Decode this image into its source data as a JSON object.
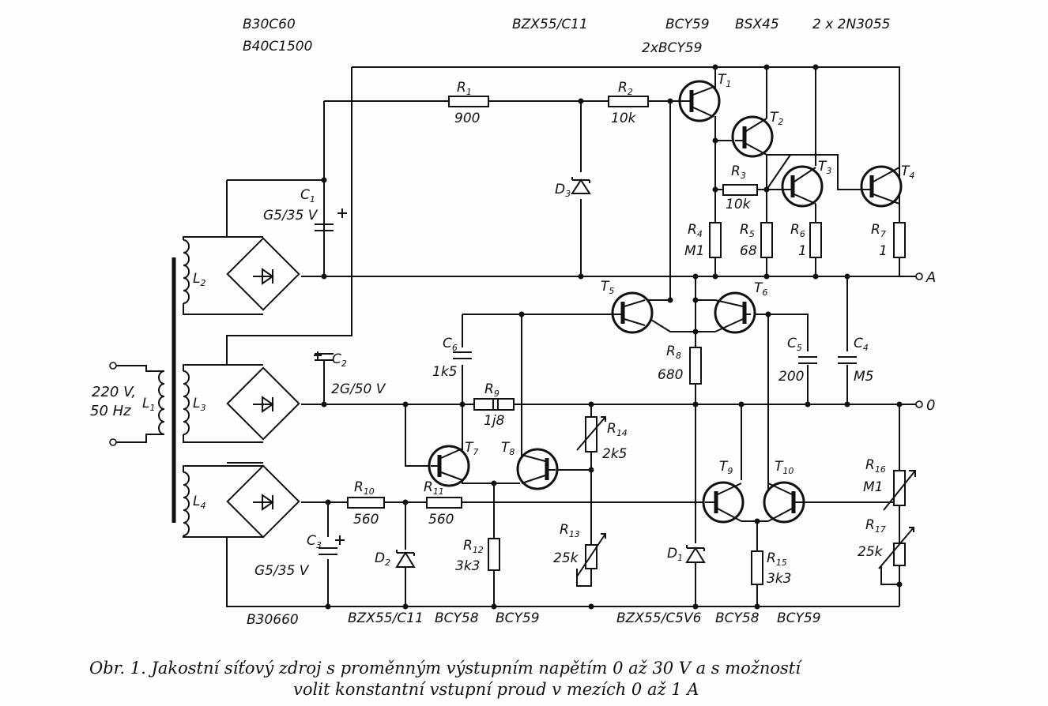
{
  "part_labels": {
    "rect_top_1": "B30C60",
    "rect_top_2": "B40C1500",
    "zener_top": "BZX55/C11",
    "t1_type": "BCY59",
    "t2_type": "BSX45",
    "t3t4_type": "2 x 2N3055",
    "t5t6_type": "2xBCY59",
    "rect_bottom": "B30660",
    "zener_d2": "BZX55/C11",
    "t7_type": "BCY58",
    "t8_type": "BCY59",
    "zener_d1": "BZX55/C5V6",
    "t9_type": "BCY58",
    "t10_type": "BCY59"
  },
  "components": {
    "r1": {
      "name": "R",
      "index": "1",
      "value": "900"
    },
    "r2": {
      "name": "R",
      "index": "2",
      "value": "10k"
    },
    "r3": {
      "name": "R",
      "index": "3",
      "value": "10k"
    },
    "r4": {
      "name": "R",
      "index": "4",
      "value": "M1"
    },
    "r5": {
      "name": "R",
      "index": "5",
      "value": "68"
    },
    "r6": {
      "name": "R",
      "index": "6",
      "value": "1"
    },
    "r7": {
      "name": "R",
      "index": "7",
      "value": "1"
    },
    "r8": {
      "name": "R",
      "index": "8",
      "value": "680"
    },
    "r9": {
      "name": "R",
      "index": "9",
      "value": "1j8"
    },
    "r10": {
      "name": "R",
      "index": "10",
      "value": "560"
    },
    "r11": {
      "name": "R",
      "index": "11",
      "value": "560"
    },
    "r12": {
      "name": "R",
      "index": "12",
      "value": "3k3"
    },
    "r13": {
      "name": "R",
      "index": "13",
      "value": "25k"
    },
    "r14": {
      "name": "R",
      "index": "14",
      "value": "2k5"
    },
    "r15": {
      "name": "R",
      "index": "15",
      "value": "3k3"
    },
    "r16": {
      "name": "R",
      "index": "16",
      "value": "M1"
    },
    "r17": {
      "name": "R",
      "index": "17",
      "value": "25k"
    },
    "c1": {
      "name": "C",
      "index": "1",
      "value": "G5/35 V"
    },
    "c2": {
      "name": "C",
      "index": "2",
      "value": "2G/50 V"
    },
    "c3": {
      "name": "C",
      "index": "3",
      "value": "G5/35 V"
    },
    "c4": {
      "name": "C",
      "index": "4",
      "value": "M5"
    },
    "c5": {
      "name": "C",
      "index": "5",
      "value": "200"
    },
    "c6": {
      "name": "C",
      "index": "6",
      "value": "1k5"
    },
    "d1": {
      "name": "D",
      "index": "1"
    },
    "d2": {
      "name": "D",
      "index": "2"
    },
    "d3": {
      "name": "D",
      "index": "3"
    },
    "t1": {
      "name": "T",
      "index": "1"
    },
    "t2": {
      "name": "T",
      "index": "2"
    },
    "t3": {
      "name": "T",
      "index": "3"
    },
    "t4": {
      "name": "T",
      "index": "4"
    },
    "t5": {
      "name": "T",
      "index": "5"
    },
    "t6": {
      "name": "T",
      "index": "6"
    },
    "t7": {
      "name": "T",
      "index": "7"
    },
    "t8": {
      "name": "T",
      "index": "8"
    },
    "t9": {
      "name": "T",
      "index": "9"
    },
    "t10": {
      "name": "T",
      "index": "10"
    },
    "l1": {
      "name": "L",
      "index": "1"
    },
    "l2": {
      "name": "L",
      "index": "2"
    },
    "l3": {
      "name": "L",
      "index": "3"
    },
    "l4": {
      "name": "L",
      "index": "4"
    }
  },
  "mains": {
    "voltage": "220 V,",
    "freq": "50 Hz"
  },
  "outputs": {
    "a": "A",
    "zero": "0"
  },
  "caption": {
    "line1": "Obr. 1. Jakostní síťový zdroj  s  proměnným  výstupním  napětím  0  až  30  V  a  s  možností",
    "line2": "volit konstantní vstupní proud v mezích 0 až 1 A"
  }
}
